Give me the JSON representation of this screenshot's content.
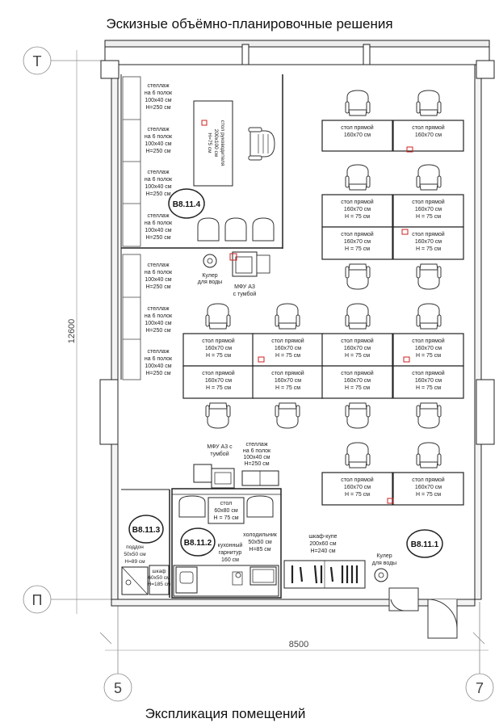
{
  "header": {
    "title": "Эскизные объёмно-планировочные решения"
  },
  "footer": {
    "title": "Экспликация помещений"
  },
  "axes": {
    "t": "Т",
    "p": "П",
    "c5": "5",
    "c7": "7",
    "dim_vertical": "12600",
    "dim_horizontal": "8500"
  },
  "rooms": {
    "r4": "В8.11.4",
    "r3": "В8.11.3",
    "r2": "В8.11.2",
    "r1": "В8.11.1"
  },
  "shelf": {
    "l1": "стеллаж",
    "l2": "на 6 полок",
    "l3": "100х40 см",
    "l4": "Н=250 см"
  },
  "desk": {
    "l1": "стол прямой",
    "l2": "160х70 см",
    "l3": "Н = 75 см"
  },
  "desk_short": {
    "l2": "160х70 см"
  },
  "manager_desk": {
    "l1": "стол руководителя",
    "l2": "200х100 см",
    "l3": "Н=75 см"
  },
  "cooler": {
    "l1": "Кулер",
    "l2": "для воды"
  },
  "mfu1": {
    "l1": "МФУ А3",
    "l2": "с тумбой"
  },
  "mfu2": {
    "l1": "МФУ А3 с",
    "l2": "тумбой"
  },
  "shelf2": {
    "l1": "стеллаж",
    "l2": "на 6 полок",
    "l3": "100х40 см",
    "l4": "Н=250 см"
  },
  "table_small": {
    "l1": "стол",
    "l2": "60х80 см",
    "l3": "Н = 75 см"
  },
  "kitchen": {
    "l1": "кухонный",
    "l2": "гарнитур",
    "l3": "160 см"
  },
  "fridge": {
    "l1": "холодильник",
    "l2": "50х50 см",
    "l3": "Н=85 см"
  },
  "wardrobe": {
    "l1": "шкаф-купе",
    "l2": "200х60 см",
    "l3": "Н=240 см"
  },
  "cooler2": {
    "l1": "Кулер",
    "l2": "для воды"
  },
  "tray": {
    "l1": "поддон",
    "l2": "50х50 см",
    "l3": "Н=89 см"
  },
  "cabinet": {
    "l1": "шкаф",
    "l2": "60х50 см",
    "l3": "Н=185 см"
  },
  "colors": {
    "line": "#222222",
    "accent": "#cc2222",
    "wall": "#cfcfcf"
  }
}
